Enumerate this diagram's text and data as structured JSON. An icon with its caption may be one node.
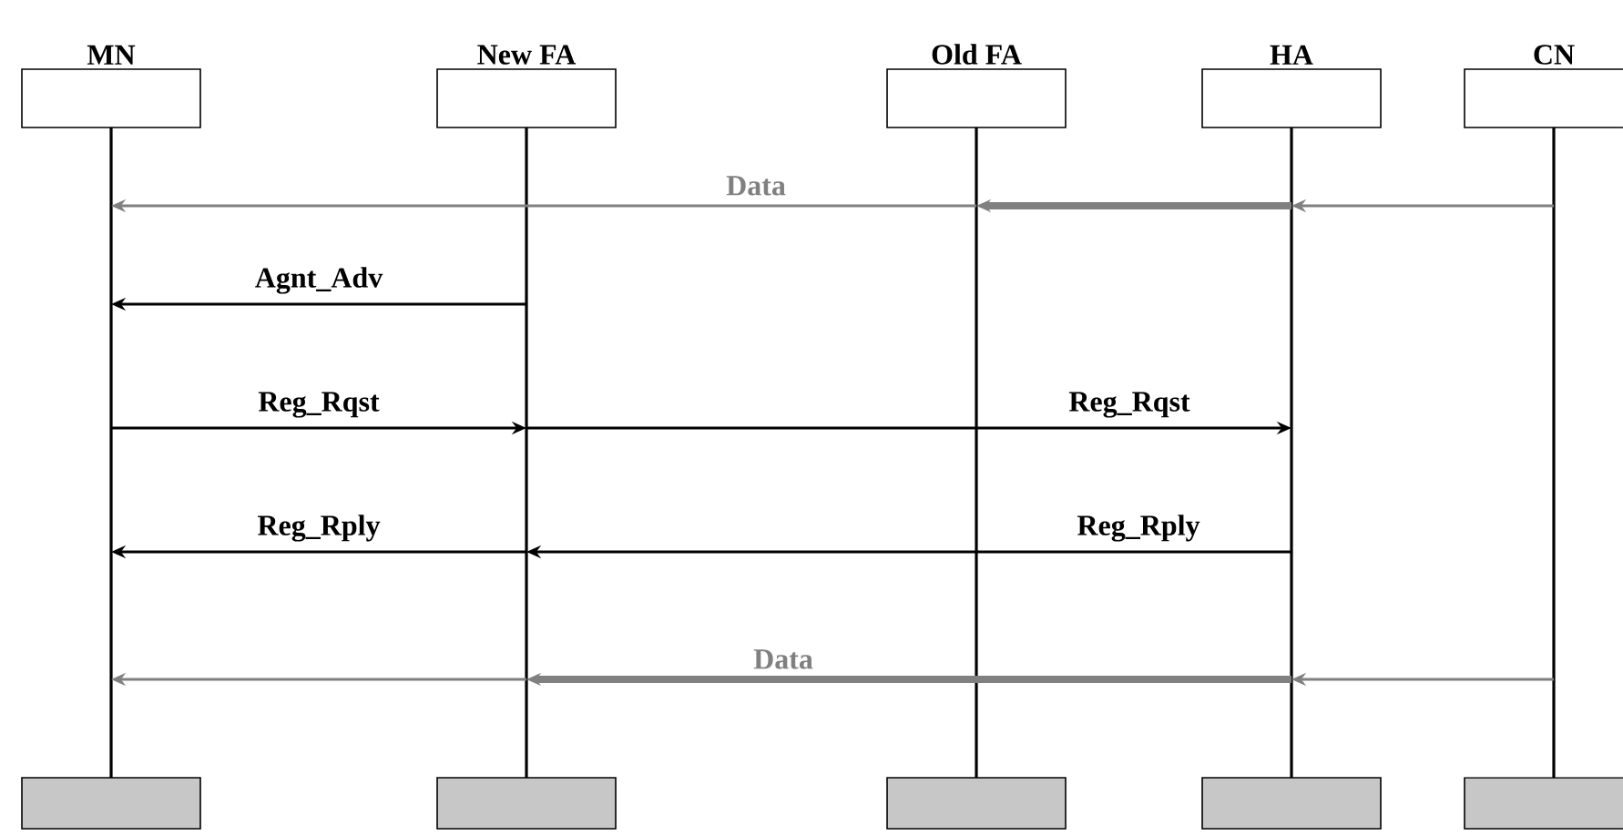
{
  "diagram": {
    "nodes": [
      {
        "text": [
          "MN"
        ]
      },
      {
        "text": [
          "New FA"
        ]
      },
      {
        "text": [
          "Old FA"
        ]
      },
      {
        "text": [
          "HA"
        ]
      },
      {
        "text": [
          "CN"
        ]
      },
      {
        "text": [],
        "shape": "line"
      },
      {
        "text": [],
        "shape": "line"
      },
      {
        "text": [],
        "shape": "line"
      },
      {
        "text": [],
        "shape": "line"
      },
      {
        "text": [],
        "shape": "line"
      },
      {
        "text": [],
        "shape": "box"
      },
      {
        "text": [],
        "shape": "box"
      },
      {
        "text": [],
        "shape": "box"
      },
      {
        "text": [],
        "shape": "box"
      },
      {
        "text": [],
        "shape": "box"
      }
    ],
    "edges": [
      {
        "from": 9,
        "to": 8,
        "arrow": "to",
        "color": "#808080"
      },
      {
        "from": 8,
        "to": 7,
        "arrow": "to",
        "style": "thick",
        "color": "#808080"
      },
      {
        "from": 7,
        "to": 5,
        "arrow": "to",
        "label": "Data",
        "color": "#808080"
      },
      {
        "from": 6,
        "to": 5,
        "arrow": "to",
        "label": "Agnt_Adv",
        "color": "#000000"
      },
      {
        "from": 5,
        "to": 6,
        "arrow": "to",
        "label": "Reg_Rqst",
        "color": "#000000"
      },
      {
        "from": 6,
        "to": 8,
        "arrow": "to",
        "label": "Reg_Rqst",
        "color": "#000000"
      },
      {
        "from": 8,
        "to": 6,
        "arrow": "to",
        "label": "Reg_Rply",
        "color": "#000000"
      },
      {
        "from": 6,
        "to": 5,
        "arrow": "to",
        "label": "Reg_Rply",
        "color": "#000000"
      },
      {
        "from": 9,
        "to": 8,
        "arrow": "to",
        "color": "#808080"
      },
      {
        "from": 8,
        "to": 6,
        "arrow": "to",
        "style": "thick",
        "label": "Data",
        "color": "#808080"
      },
      {
        "from": 6,
        "to": 5,
        "arrow": "to",
        "color": "#808080"
      }
    ]
  }
}
